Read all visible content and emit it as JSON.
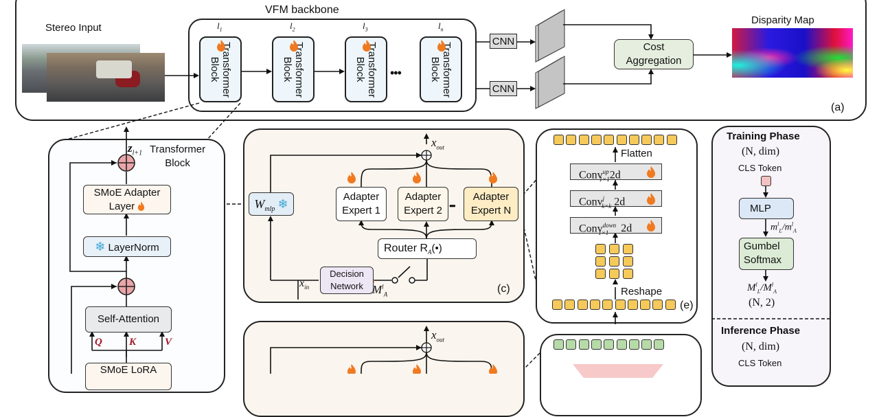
{
  "panel_a": {
    "title": "VFM backbone",
    "stereo_input_label": "Stereo Input",
    "disparity_label": "Disparity Map",
    "cost_aggregation": "Cost Aggregation",
    "cnn_top": "CNN",
    "cnn_bottom": "CNN",
    "panel_tag": "(a)",
    "blocks": [
      {
        "layer": "l1",
        "label": "Transformer Block",
        "trainable": true
      },
      {
        "layer": "l2",
        "label": "Transformer Block",
        "trainable": true
      },
      {
        "layer": "l3",
        "label": "Transformer Block",
        "trainable": true
      },
      {
        "layer": "ln",
        "label": "Transformer Block",
        "trainable": true
      }
    ],
    "ellipsis": "•••"
  },
  "panel_b": {
    "title_line1": "Transformer",
    "title_line2": "Block",
    "z_label": "z",
    "z_sub": "l+1",
    "smoe_adapter_line1": "SMoE Adapter",
    "smoe_adapter_line2": "Layer",
    "layernorm": "LayerNorm",
    "self_attention": "Self-Attention",
    "q": "Q",
    "k": "K",
    "v": "V",
    "smoe_lora": "SMoE LoRA"
  },
  "panel_c": {
    "x_out": "x",
    "x_out_sub": "out",
    "w_mlp": "W",
    "w_mlp_sub": "mlp",
    "experts": [
      {
        "line1": "Adapter",
        "line2": "Expert 1"
      },
      {
        "line1": "Adapter",
        "line2": "Expert 2"
      },
      {
        "line1": "Adapter",
        "line2": "Expert N"
      }
    ],
    "ellipsis": "•••",
    "router": "Router R",
    "router_sub": "A",
    "router_arg": "(•)",
    "decision_line1": "Decision",
    "decision_line2": "Network",
    "x_in": "x",
    "x_in_sub": "in",
    "mask": "M",
    "mask_sup": "l",
    "mask_sub": "A",
    "panel_tag": "(c)"
  },
  "panel_e": {
    "flatten": "Flatten",
    "reshape": "Reshape",
    "conv_up": {
      "base": "Conv",
      "sup": "up",
      "sub": "1×1",
      "suffix": "2d"
    },
    "conv_kk": {
      "base": "Conv",
      "sup": "j",
      "sub": "k×k",
      "suffix": "2d"
    },
    "conv_down": {
      "base": "Conv",
      "sup": "down",
      "sub": "1×1",
      "suffix": "2d"
    },
    "panel_tag": "(e)",
    "token_count": 10,
    "grid": "3x3"
  },
  "panel_phase": {
    "training_title": "Training Phase",
    "training_shape": "(N, dim)",
    "cls_token": "CLS Token",
    "mlp": "MLP",
    "mask_logits": "m",
    "gumbel_line1": "Gumbel",
    "gumbel_line2": "Softmax",
    "mask_out": "M",
    "out_shape": "(N, 2)",
    "inference_title": "Inference Phase",
    "inference_shape": "(N, dim)",
    "inference_cls": "CLS Token"
  },
  "colors": {
    "trainable_flame": "#f07a20",
    "frozen_snow": "#3fa7d6",
    "token_yellow": "#f5c95a",
    "token_green": "#b7dba8",
    "panel_tint": "#faf5ee",
    "add_node": "#e9a5a9",
    "math_red": "#a3162b"
  }
}
